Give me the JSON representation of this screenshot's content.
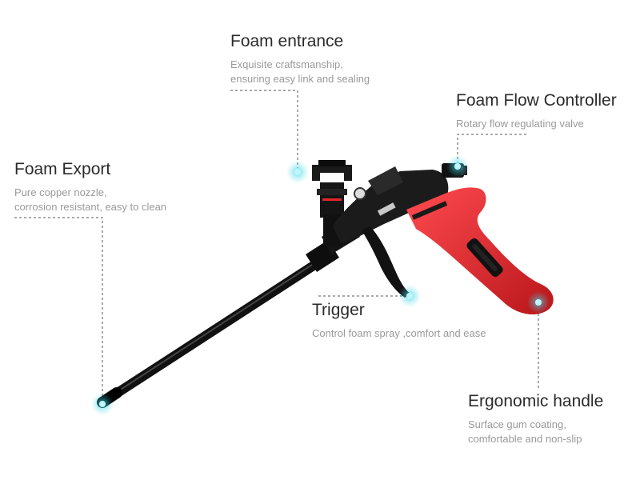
{
  "callouts": {
    "foam_entrance": {
      "title": "Foam entrance",
      "lines": [
        "Exquisite craftsmanship,",
        "ensuring easy link and sealing"
      ]
    },
    "flow_controller": {
      "title": "Foam Flow Controller",
      "lines": [
        "Rotary flow regulating valve"
      ]
    },
    "foam_export": {
      "title": "Foam Export",
      "lines": [
        "Pure copper nozzle,",
        "corrosion resistant, easy to clean"
      ]
    },
    "trigger": {
      "title": "Trigger",
      "lines": [
        "Control foam spray ,comfort and ease"
      ]
    },
    "handle": {
      "title": "Ergonomic handle",
      "lines": [
        "Surface gum coating,",
        "comfortable and non-slip"
      ]
    }
  },
  "colors": {
    "body": "#1a1a1a",
    "grip": "#e3262c",
    "marker": "#3ad7e6",
    "leader": "#555555"
  },
  "icons": [
    "foam-gun-illustration",
    "marker-dot-icon"
  ]
}
